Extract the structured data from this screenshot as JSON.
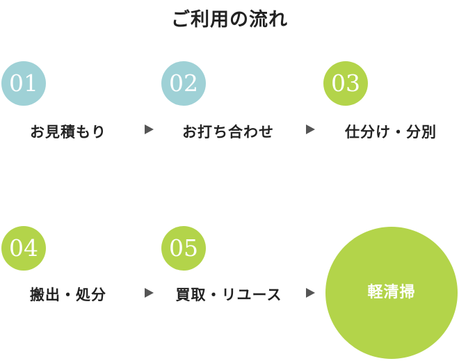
{
  "title": "ご利用の流れ",
  "colors": {
    "teal": "#9fd1d6",
    "green": "#b3d44a",
    "arrow": "#555555",
    "text": "#222222"
  },
  "steps": [
    {
      "number": "01",
      "label": "お見積もり",
      "color": "teal"
    },
    {
      "number": "02",
      "label": "お打ち合わせ",
      "color": "teal"
    },
    {
      "number": "03",
      "label": "仕分け・分別",
      "color": "green"
    },
    {
      "number": "04",
      "label": "搬出・処分",
      "color": "green"
    },
    {
      "number": "05",
      "label": "買取・リユース",
      "color": "green"
    }
  ],
  "final_step": {
    "label": "軽清掃",
    "color": "green"
  }
}
